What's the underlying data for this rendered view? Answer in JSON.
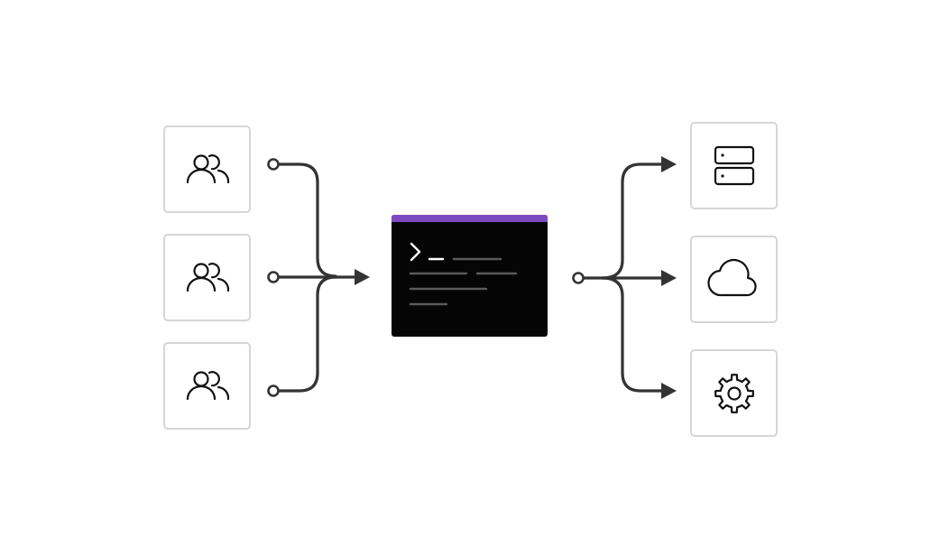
{
  "diagram": {
    "type": "flow",
    "colors": {
      "stroke": "#333333",
      "box_border": "#d6d6d6",
      "terminal_bg": "#050505",
      "terminal_titlebar": "#7e4bbf",
      "terminal_prompt": "#ffffff",
      "terminal_text_lines": "#5a5a5a"
    },
    "inputs": [
      {
        "icon": "users-icon"
      },
      {
        "icon": "users-icon"
      },
      {
        "icon": "users-icon"
      }
    ],
    "center": {
      "icon": "terminal-window",
      "prompt_glyph": "chevron-right-underscore"
    },
    "outputs": [
      {
        "icon": "server-icon"
      },
      {
        "icon": "cloud-icon"
      },
      {
        "icon": "gear-icon"
      }
    ]
  }
}
